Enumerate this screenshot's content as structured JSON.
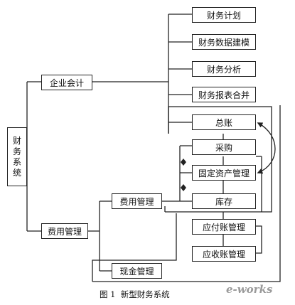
{
  "root": {
    "label_chars": [
      "财",
      "务",
      "系",
      "统"
    ]
  },
  "level1": {
    "enterprise_accounting": "企业会计",
    "expense_management": "费用管理"
  },
  "level2": {
    "expense_management": "费用管理",
    "cash_management": "现金管理"
  },
  "modules": {
    "financial_planning": "财务计划",
    "financial_modeling": "财务数据建模",
    "financial_analysis": "财务分析",
    "financial_report_merge": "财务报表合并",
    "general_ledger": "总账",
    "purchasing": "采购",
    "fixed_assets": "固定资产管理",
    "inventory": "库存",
    "accounts_payable": "应付账管理",
    "accounts_receivable": "应收账管理"
  },
  "caption": {
    "number": "图 1",
    "title": "新型财务系统"
  },
  "watermark": {
    "text": "e-works"
  }
}
